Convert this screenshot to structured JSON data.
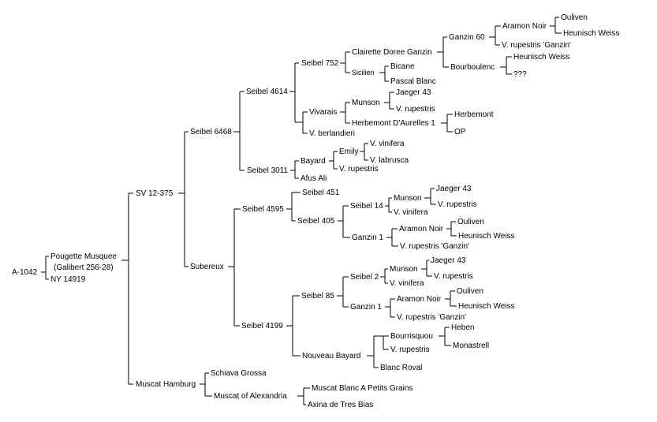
{
  "pedigree": {
    "root": "A-1042",
    "root_parent_a": "Pougette Musquee",
    "root_parent_a_note": "(Galibert 256-28)",
    "root_parent_b": "NY 14919",
    "sv": "SV 12-375",
    "s6468": "Seibel 6468",
    "s4614": "Seibel 4614",
    "s752": "Seibel 752",
    "clairette": "Clairette Doree Ganzin",
    "ganzin60": "Ganzin 60",
    "aramon_1": "Aramon Noir",
    "ouliven_1": "Ouliven",
    "heunisch_1": "Heunisch Weiss",
    "vrup_ganzin_1": "V. rupestris 'Ganzin'",
    "bourboulenc": "Bourboulenc",
    "heunisch_2": "Heunisch Weiss",
    "unknown": "???",
    "sicilien": "Sicilien",
    "bicane": "Bicane",
    "pascal": "Pascal Blanc",
    "vivarais": "Vivarais",
    "munson_1": "Munson",
    "jaeger_1": "Jaeger 43",
    "vrup_1": "V. rupestris",
    "herbemont_aurelles": "Herbemont D'Aurelles 1",
    "herbemont": "Herbemont",
    "op": "OP",
    "berlandieri": "V. berlandieri",
    "s3011": "Seibel 3011",
    "bayard": "Bayard",
    "emily": "Emily",
    "vinifera_1": "V. vinifera",
    "labrusca": "V. labrusca",
    "vrup_2": "V. rupestris",
    "afus": "Afus Ali",
    "subereux": "Subereux",
    "s4595": "Seibel 4595",
    "s451": "Seibel 451",
    "s405": "Seibel 405",
    "s14": "Seibel 14",
    "munson_2": "Munson",
    "jaeger_2": "Jaeger 43",
    "vrup_3": "V. rupestris",
    "vinifera_2": "V. vinifera",
    "ganzin1_a": "Ganzin 1",
    "aramon_2": "Aramon Noir",
    "ouliven_2": "Ouliven",
    "heunisch_3": "Heunisch Weiss",
    "vrup_ganzin_2": "V. rupestris 'Ganzin'",
    "s4199": "Seibel 4199",
    "s85": "Seibel 85",
    "s2": "Seibel 2",
    "munson_3": "Munson",
    "jaeger_3": "Jaeger 43",
    "vrup_4": "V. rupestris",
    "vinifera_3": "V. vinifera",
    "ganzin1_b": "Ganzin 1",
    "aramon_3": "Aramon Noir",
    "ouliven_3": "Ouliven",
    "heunisch_4": "Heunisch Weiss",
    "vrup_ganzin_3": "V. rupestris 'Ganzin'",
    "nouveau_bayard": "Nouveau Bayard",
    "bourrisquou": "Bourrisquou",
    "heben": "Heben",
    "monastrell": "Monastrell",
    "vrup_5": "V. rupestris",
    "blanc_roval": "Blanc Roval",
    "muscat_hamburg": "Muscat Hamburg",
    "schiava": "Schiava Grossa",
    "muscat_alex": "Muscat of Alexandria",
    "muscat_blanc": "Muscat Blanc A Petits Grains",
    "axina": "Axina de Tres Bias"
  }
}
